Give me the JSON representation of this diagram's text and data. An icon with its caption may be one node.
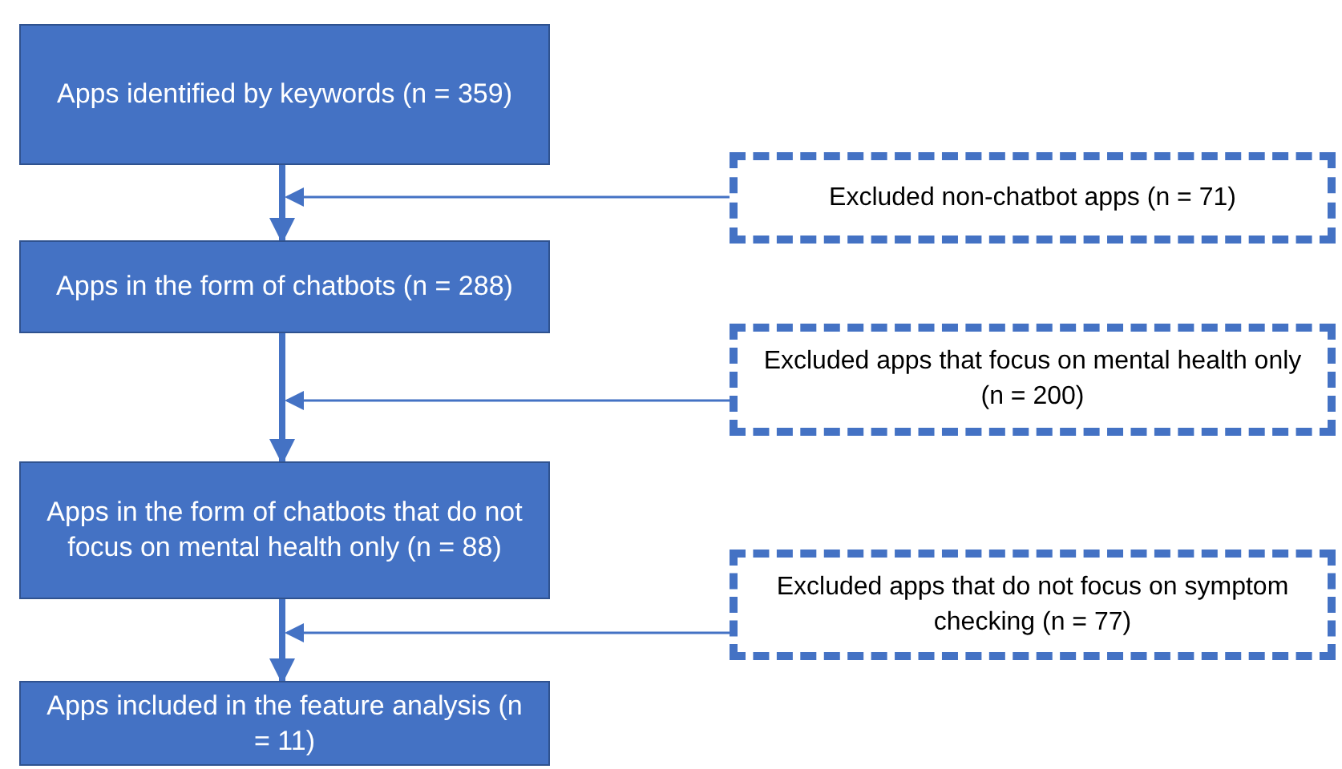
{
  "diagram": {
    "nodes": [
      {
        "text": [
          "Apps identified by keywords (n = 359)"
        ]
      },
      {
        "text": [
          "Excluded non-chatbot apps (n = 71)"
        ]
      },
      {
        "text": [
          "Apps in the form of chatbots (n = 288)"
        ]
      },
      {
        "text": [
          "Excluded apps that focus on mental health only (n = 200)"
        ]
      },
      {
        "text": [
          "Apps in the form of chatbots that do not focus on mental health only (n = 88)"
        ]
      },
      {
        "text": [
          "Excluded apps that do not focus on symptom checking (n = 77)"
        ]
      },
      {
        "text": [
          "Apps included in the feature analysis (n = 11)"
        ]
      }
    ],
    "edges": [
      {
        "from": 0,
        "to": 2,
        "arrow": "to",
        "style": "thick"
      },
      {
        "from": 2,
        "to": 4,
        "arrow": "to",
        "style": "thick"
      },
      {
        "from": 4,
        "to": 6,
        "arrow": "to",
        "style": "thick"
      },
      {
        "from": 1,
        "to": 0,
        "arrow": "to"
      },
      {
        "from": 3,
        "to": null,
        "arrow": "to"
      },
      {
        "from": 5,
        "to": 4,
        "arrow": "to"
      }
    ]
  }
}
